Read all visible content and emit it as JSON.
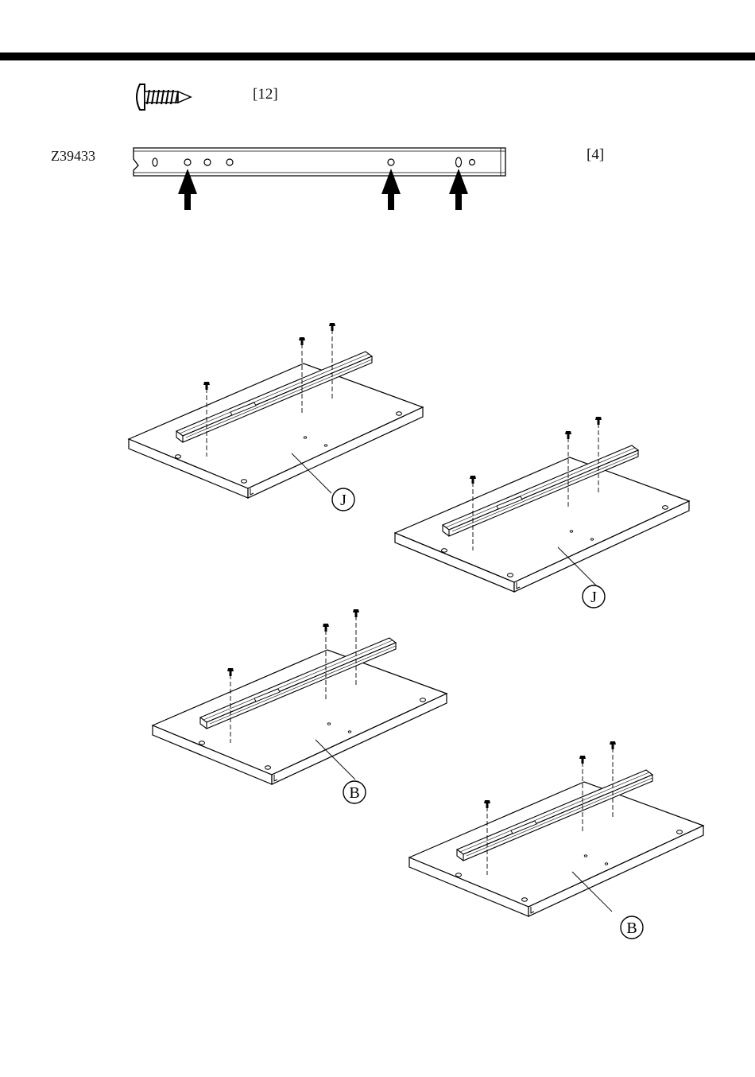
{
  "parts": {
    "screw": {
      "icon": "screw-icon",
      "quantity": "[12]"
    },
    "rail": {
      "code": "Z39433",
      "quantity": "[4]",
      "icon": "drawer-rail-icon"
    }
  },
  "panels": [
    {
      "label": "J"
    },
    {
      "label": "J"
    },
    {
      "label": "B"
    },
    {
      "label": "B"
    }
  ]
}
